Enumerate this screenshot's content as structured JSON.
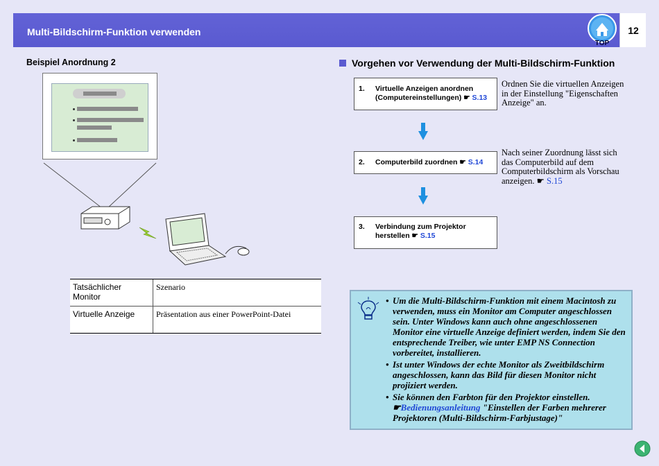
{
  "header": {
    "title": "Multi-Bildschirm-Funktion verwenden",
    "page_number": "12",
    "top_label": "TOP"
  },
  "left": {
    "section_heading": "Beispiel Anordnung 2",
    "table": [
      {
        "label": "Tatsächlicher Monitor",
        "value": "Szenario"
      },
      {
        "label": "Virtuelle Anzeige",
        "value": "Präsentation aus einer PowerPoint-Datei"
      }
    ]
  },
  "right": {
    "heading": "Vorgehen vor Verwendung der Multi-Bildschirm-Funktion",
    "steps": [
      {
        "num": "1.",
        "text": "Virtuelle Anzeigen anordnen (Computereinstellungen)",
        "link": "S.13",
        "desc": "Ordnen Sie die virtuellen Anzeigen in der Einstellung \"Eigenschaften Anzeige\" an."
      },
      {
        "num": "2.",
        "text": "Computerbild zuordnen",
        "link": "S.14",
        "desc": "Nach seiner Zuordnung lässt sich das Computerbild auf dem Computerbildschirm als Vorschau anzeigen.",
        "desc_link": "S.15"
      },
      {
        "num": "3.",
        "text": "Verbindung zum Projektor herstellen",
        "link": "S.15"
      }
    ],
    "note": {
      "bullets": [
        "Um die Multi-Bildschirm-Funktion mit einem Macintosh zu verwenden, muss ein Monitor am Computer angeschlossen sein. Unter Windows kann auch ohne angeschlossenen Monitor eine virtuelle Anzeige definiert werden, indem Sie den entsprechende Treiber, wie unter EMP NS Connection vorbereitet, installieren.",
        "Ist unter Windows der echte Monitor als Zweitbildschirm angeschlossen, kann das Bild für diesen Monitor nicht projiziert werden.",
        "Sie können den Farbton für den Projektor einstellen."
      ],
      "ref_link": "Bedienungsanleitung",
      "ref_text": "\"Einstellen der Farben mehrerer Projektoren (Multi-Bildschirm-Farbjustage)\""
    }
  },
  "colors": {
    "header": "#5a5ad0",
    "link": "#1f47d6",
    "arrow": "#1e90e0",
    "note_bg": "#aee0ec"
  },
  "icons": [
    "hand-pointer-icon",
    "hint-lightbulb-icon",
    "top-house-icon",
    "back-arrow-icon"
  ]
}
